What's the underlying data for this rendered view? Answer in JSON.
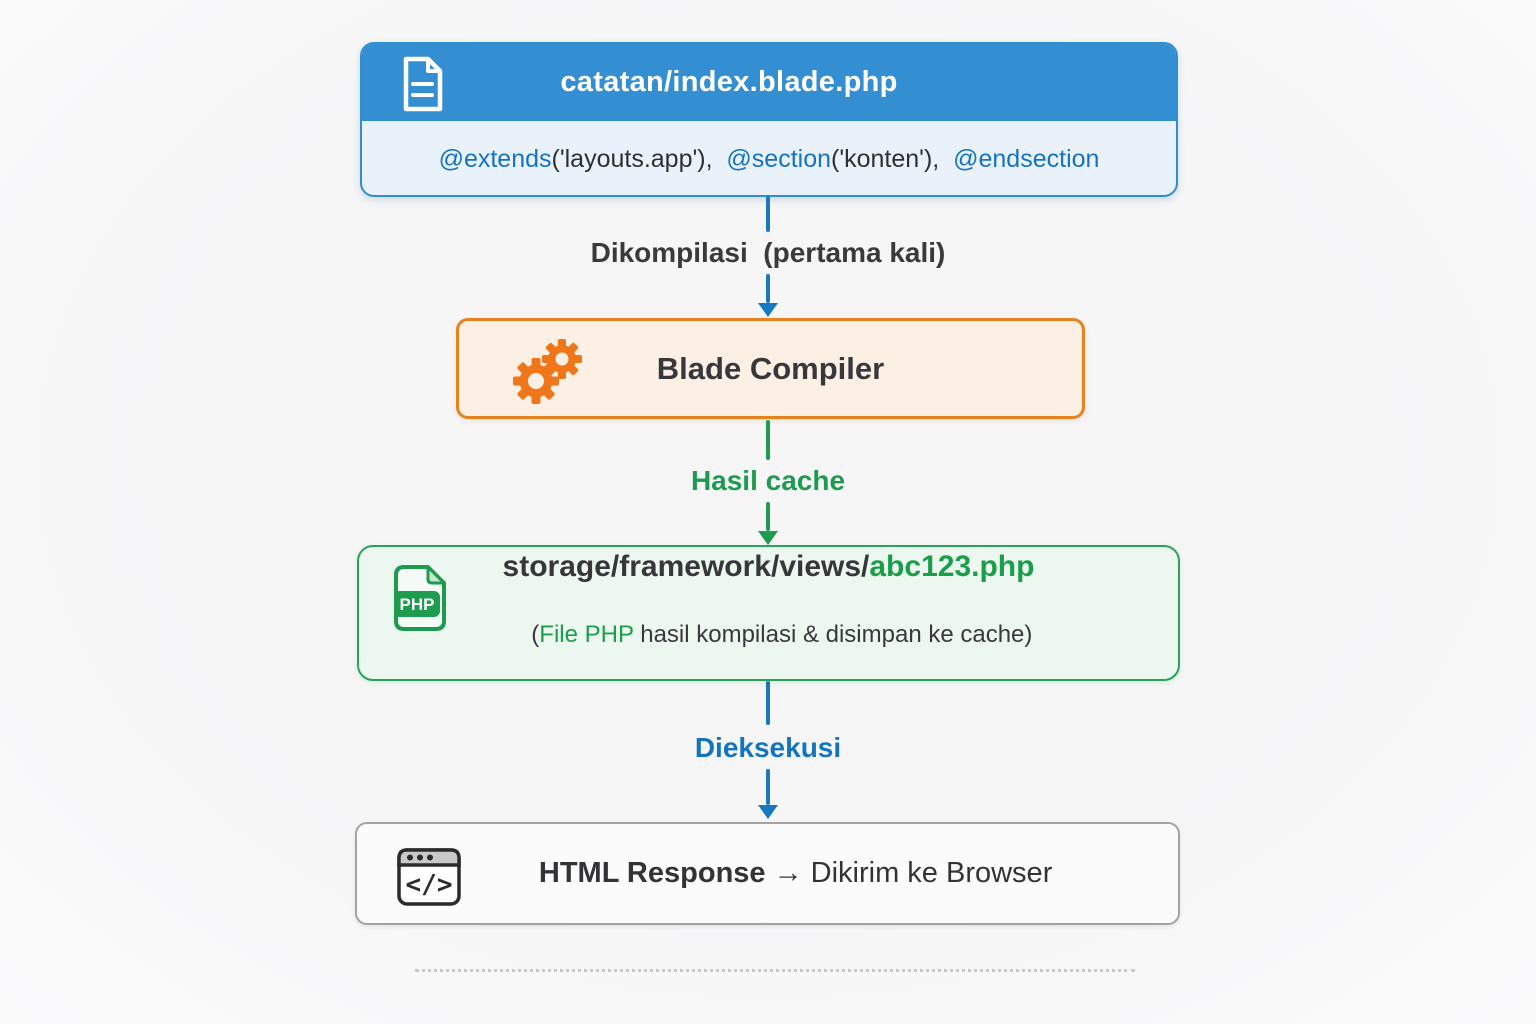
{
  "diagram": {
    "source_box": {
      "title": "catatan/index.blade.php",
      "code_parts": {
        "directive1": "@extends",
        "args1": "('layouts.app'),  ",
        "directive2": "@section",
        "args2": "('konten'),  ",
        "directive3": "@endsection"
      }
    },
    "step1_label": "Dikompilasi  (pertama kali)",
    "compiler_box": {
      "title": "Blade Compiler"
    },
    "step2_label": "Hasil cache",
    "cache_box": {
      "path_prefix": "storage/framework/views/",
      "path_file": "abc123.php",
      "subtitle_prefix": "(",
      "subtitle_highlight": "File PHP",
      "subtitle_rest": " hasil kompilasi & disimpan ke cache)",
      "file_badge": "PHP"
    },
    "step3_label": "Dieksekusi",
    "response_box": {
      "title_bold": "HTML Response",
      "title_rest": " → Dikirim ke Browser",
      "icon_glyph": "</>"
    }
  },
  "icons": {
    "source": "document-icon",
    "compiler": "gears-icon",
    "cache": "php-file-icon",
    "response": "browser-code-icon"
  },
  "colors": {
    "header_blue": "#338fd2",
    "arrow_blue": "#1878c0",
    "label_blue": "#1474be",
    "code_blue": "#1673c2",
    "light_blue_bg": "#e9f2fb",
    "orange_border": "#e8821e",
    "gear_orange": "#f0761a",
    "light_orange_bg": "#fcf0e4",
    "green": "#1e9b50",
    "green_border": "#27a457",
    "light_green_bg": "#ecf7f0",
    "gray_border": "#a3a3a3",
    "light_gray_bg": "#fbfbfb",
    "text_dark": "#3a3a3a",
    "page_background": "#f7f7f8"
  }
}
